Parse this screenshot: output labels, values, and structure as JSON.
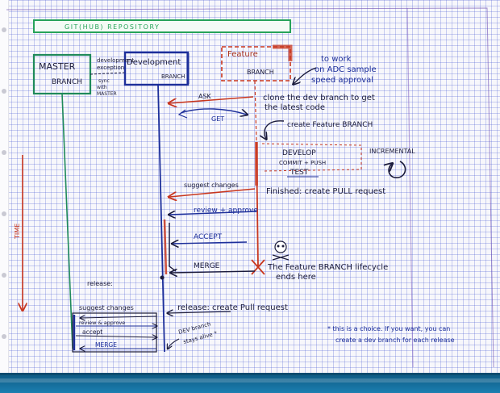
{
  "colors": {
    "pen_blue": "#1d2f9a",
    "pen_dark": "#1a1a3a",
    "pen_red": "#c8361e",
    "pen_green": "#1f8a5a",
    "banner": "#27a35a"
  },
  "banner": {
    "title": "GIT(HUB) REPOSITORY"
  },
  "boxes": {
    "master": {
      "line1": "MASTER",
      "line2": "BRANCH"
    },
    "development": {
      "line1": "Development",
      "line2": "BRANCH"
    },
    "feature": {
      "line1": "Feature",
      "line2": "BRANCH"
    }
  },
  "notes": {
    "dev_exception_1": "development",
    "dev_exception_2": "exception",
    "sync_1": "sync",
    "sync_2": "with",
    "sync_3": "MASTER",
    "to_work_1": "to work",
    "to_work_2": "on ADC sample",
    "to_work_3": "speed approval",
    "time": "TIME",
    "clone_1": "clone the dev branch to get",
    "clone_2": "the latest code",
    "create_feature": "create Feature BRANCH",
    "develop": "DEVELOP",
    "commit_push": "COMMIT + PUSH",
    "test": "TEST",
    "incremental": "INCREMENTAL",
    "finished": "Finished: create PULL request",
    "lifecycle_1": "The Feature BRANCH lifecycle",
    "lifecycle_2": "ends here",
    "release_label": "release:",
    "release_pull": "release: create Pull request",
    "dev_branch_1": "DEV branch",
    "dev_branch_2": "stays alive *",
    "choice_1": "* this is a choice. If you want, you can",
    "choice_2": "create a dev branch for each release"
  },
  "arrows": {
    "ask": "ASK",
    "get": "GET",
    "suggest_changes": "suggest changes",
    "review_approve": "review + approve",
    "accept": "ACCEPT",
    "merge": "MERGE"
  },
  "release_box": {
    "suggest_changes": "suggest changes",
    "review_approve": "review & approve",
    "accept": "accept",
    "merge": "MERGE"
  }
}
